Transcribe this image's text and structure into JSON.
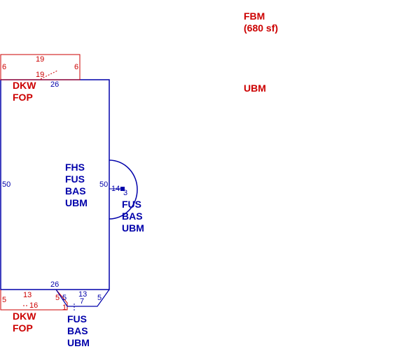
{
  "colors": {
    "blue": "#0000aa",
    "red": "#cc0000",
    "background": "#ffffff"
  },
  "legend": {
    "fbm": "FBM",
    "fbm_area": "(680 sf)",
    "ubm": "UBM"
  },
  "main_building": {
    "labels": [
      "FHS",
      "FUS",
      "BAS",
      "UBM"
    ],
    "dims": {
      "top": "26",
      "bottom": "26",
      "left": "50",
      "right": "50"
    }
  },
  "bay_addition": {
    "labels": [
      "FUS",
      "BAS",
      "UBM"
    ],
    "dims": {
      "depth": "14",
      "small": "3"
    }
  },
  "top_porch": {
    "labels": [
      "DKW",
      "FOP"
    ],
    "dims": {
      "top": "19",
      "inner": "19",
      "left": "6",
      "right": "6"
    }
  },
  "bottom_porch": {
    "labels": [
      "DKW",
      "FOP"
    ],
    "dims": {
      "top": "13",
      "inner": "16",
      "left": "5",
      "right": "5",
      "small": "1"
    }
  },
  "bottom_addition": {
    "labels": [
      "FUS",
      "BAS",
      "UBM"
    ],
    "dims": {
      "top": "13",
      "left": "5",
      "right": "5",
      "bottom": "7"
    }
  }
}
